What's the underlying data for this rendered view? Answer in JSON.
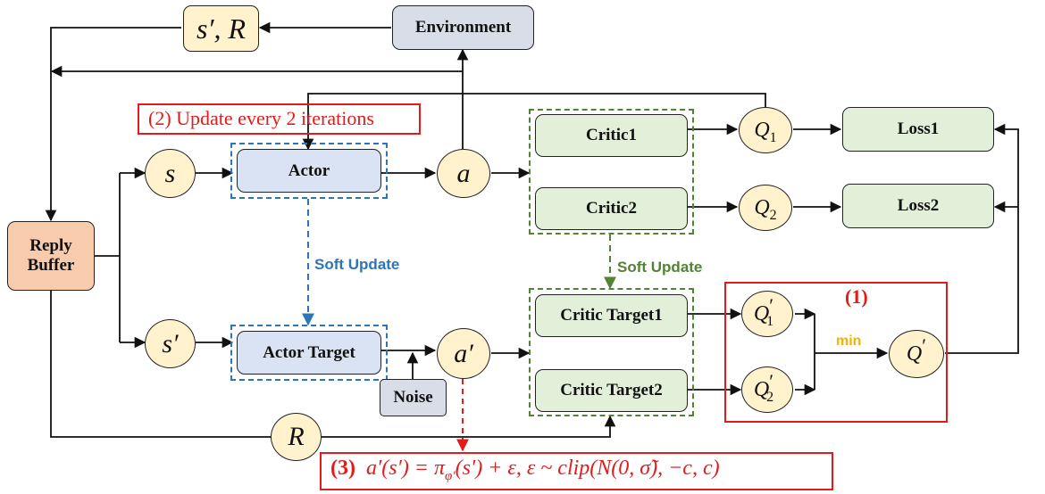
{
  "nodes": {
    "environment": "Environment",
    "sr_output": "s′, R",
    "reply_buffer": "Reply Buffer",
    "actor": "Actor",
    "actor_target": "Actor Target",
    "critic1": "Critic1",
    "critic2": "Critic2",
    "critic_target1": "Critic Target1",
    "critic_target2": "Critic Target2",
    "loss1": "Loss1",
    "loss2": "Loss2",
    "noise": "Noise"
  },
  "symbols": {
    "s": "s",
    "s_prime": "s′",
    "a": "a",
    "a_prime": "a′",
    "r": "R",
    "q": "Q",
    "q1_sub": "1",
    "q2_sub": "2",
    "prime": "′"
  },
  "labels": {
    "soft_update_actor": "Soft Update",
    "soft_update_critic": "Soft Update",
    "min": "min",
    "note1": "(1)",
    "note2": "(2)  Update every  2 iterations",
    "note3_num": "(3)",
    "note3_formula": "a′(s′) = π",
    "note3_sub": "φ′",
    "note3_rest": "(s′) + ε,  ε ~ clip(N(0, σ̃), −c, c)"
  },
  "colors": {
    "actor_dash": "#2e75b6",
    "critic_dash": "#548235",
    "soft_update_actor": "#2e75b6",
    "soft_update_critic": "#548235",
    "red": "#e31b1b",
    "min": "#f0b400"
  }
}
